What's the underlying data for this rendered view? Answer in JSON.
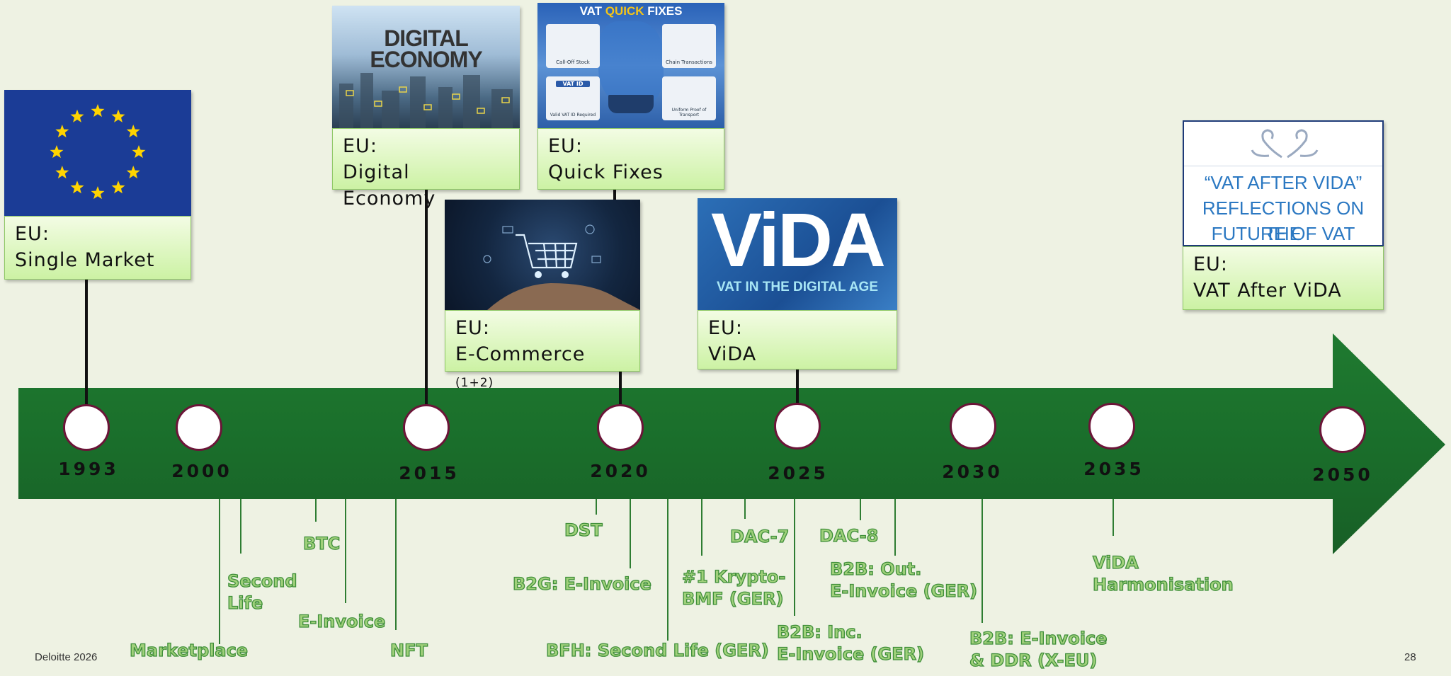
{
  "timeline": {
    "years": [
      "1993",
      "2000",
      "2015",
      "2020",
      "2025",
      "2030",
      "2035",
      "2050"
    ]
  },
  "cards": {
    "single_market": {
      "line1": "EU:",
      "line2": "Single Market"
    },
    "digital_economy": {
      "line1": "EU:",
      "line2": "Digital Economy",
      "img_text": [
        "DIGITAL",
        "ECONOMY"
      ]
    },
    "quick_fixes": {
      "line1": "EU:",
      "line2": "Quick Fixes",
      "img_title_a": "VAT ",
      "img_title_b": "QUICK",
      "img_title_c": " FIXES",
      "tiles": [
        "Call-Off Stock",
        "Chain Transactions",
        "Valid VAT ID Required",
        "Uniform Proof of Transport"
      ],
      "vat_id": "VAT ID"
    },
    "ecommerce": {
      "line1": "EU:",
      "line2": "E-Commerce ",
      "sup": "(1+2)"
    },
    "vida": {
      "line1": "EU:",
      "line2": "ViDA",
      "img_big": "ViDA",
      "img_sub": "VAT IN THE DIGITAL AGE"
    },
    "after_vida": {
      "line1": "EU:",
      "line2": "VAT After ViDA",
      "book": [
        "“VAT AFTER VIDA”",
        "REFLECTIONS ON THE",
        "FUTURE OF VAT"
      ]
    }
  },
  "events": {
    "marketplace": "Marketplace",
    "second_life": [
      "Second",
      "Life"
    ],
    "btc": "BTC",
    "einvoice_2010": "E-Invoice",
    "nft": "NFT",
    "dst": "DST",
    "b2g": "B2G:  E-Invoice",
    "bfh": "BFH: Second Life (GER)",
    "krypto": [
      "#1 Krypto-",
      "BMF (GER)"
    ],
    "dac7": "DAC-7",
    "dac8": "DAC-8",
    "b2b_inc": [
      "B2B: Inc.",
      "E-Invoice (GER)"
    ],
    "b2b_out": [
      "B2B: Out.",
      "E-Invoice (GER)"
    ],
    "b2b_ddr": [
      "B2B: E-Invoice",
      "& DDR (X-EU)"
    ],
    "vida_harm": [
      "ViDA",
      "Harmonisation"
    ]
  },
  "footer": {
    "left": "Deloitte 2026",
    "page": "28"
  },
  "colors": {
    "arrow": "#1e7a31",
    "caption": "#d8f5b6",
    "event_text": "#9fd07a",
    "circle_border": "#6b1538"
  }
}
